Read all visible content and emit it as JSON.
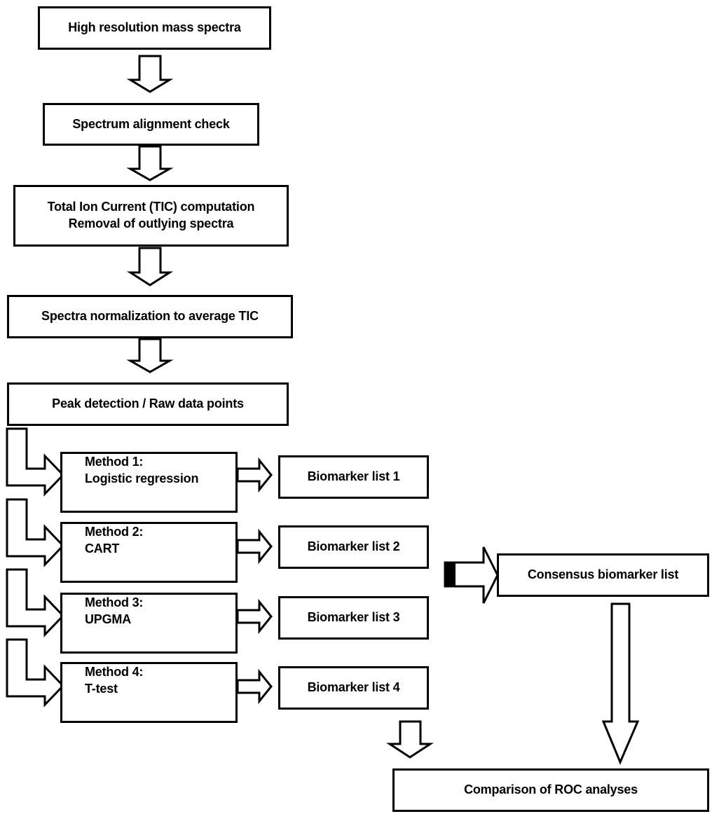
{
  "steps": {
    "s1": "High resolution mass spectra",
    "s2": "Spectrum alignment check",
    "s3_line1": "Total Ion Current (TIC) computation",
    "s3_line2": "Removal of outlying spectra",
    "s4": "Spectra normalization to average TIC",
    "s5": "Peak detection / Raw data points"
  },
  "methods": [
    {
      "line1": "Method 1:",
      "line2": "Logistic regression"
    },
    {
      "line1": "Method 2:",
      "line2": "CART"
    },
    {
      "line1": "Method 3:",
      "line2": "UPGMA"
    },
    {
      "line1": "Method 4:",
      "line2": "T-test"
    }
  ],
  "biomarker_lists": [
    "Biomarker list 1",
    "Biomarker list 2",
    "Biomarker list 3",
    "Biomarker list 4"
  ],
  "consensus": "Consensus biomarker list",
  "comparison": "Comparison of ROC analyses"
}
